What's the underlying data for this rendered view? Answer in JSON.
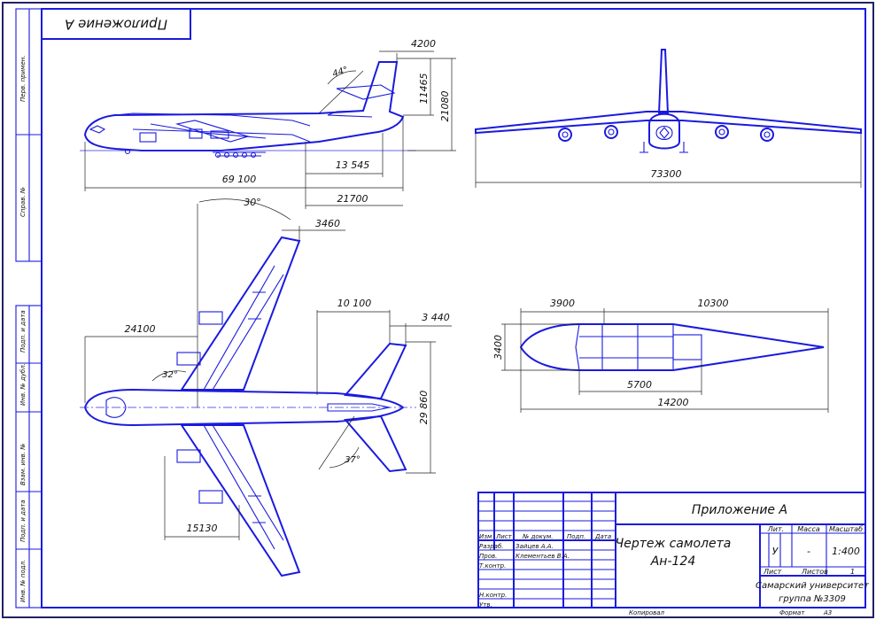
{
  "sheet": {
    "appendix_label": "Приложение А",
    "side_margin_labels": [
      "Перв. примен.",
      "Справ. №",
      "Подп. и дата",
      "Инв. № дубл.",
      "Взам. инв. №",
      "Подп. и дата",
      "Инв. № подл."
    ]
  },
  "dimensions": {
    "side_view": {
      "tail_chord": "4200",
      "tail_height": "11465",
      "total_height": "21080",
      "length": "69 100",
      "wing_pos": "13 545",
      "tail_arm": "21700",
      "angle": "44°"
    },
    "front_view": {
      "span": "73300"
    },
    "top_view": {
      "sweep_angle": "30°",
      "tip_chord": "3460",
      "root_to_nose": "24100",
      "tail_root": "10 100",
      "tail_tip": "3 440",
      "tail_span": "29 860",
      "dihedral_angle": "32°",
      "tail_angle": "37°",
      "engine_spacing": "15130"
    },
    "nacelle_view": {
      "inlet_len": "3900",
      "cone_len": "10300",
      "diameter": "3400",
      "core_len": "5700",
      "total_len": "14200"
    }
  },
  "title_block": {
    "document_title": "Приложение А",
    "drawing_title_line1": "Чертеж самолета",
    "drawing_title_line2": "Ан-124",
    "headers": {
      "izm": "Изм",
      "list": "Лист",
      "doc_no": "№ докум.",
      "sign": "Подп.",
      "date": "Дата"
    },
    "rows": [
      {
        "role": "Разраб.",
        "name": "Зайцев А.А."
      },
      {
        "role": "Пров.",
        "name": "Клементьев В.А."
      },
      {
        "role": "Т.контр.",
        "name": ""
      },
      {
        "role": "Н.контр.",
        "name": ""
      },
      {
        "role": "Утв.",
        "name": ""
      }
    ],
    "lit_label": "Лит.",
    "mass_label": "Масса",
    "scale_label": "Масштаб",
    "lit_value": "У",
    "mass_value": "-",
    "scale_value": "1:400",
    "sheet_label": "Лист",
    "sheets_label": "Листов",
    "sheets_value": "1",
    "org_line1": "Самарский университет",
    "org_line2": "группа №3309",
    "copied": "Копировал",
    "format": "Формат",
    "format_value": "А3"
  }
}
